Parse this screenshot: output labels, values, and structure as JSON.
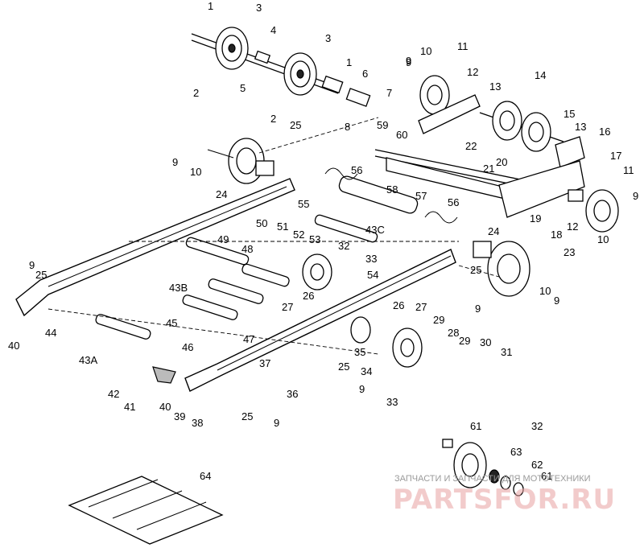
{
  "diagram": {
    "callouts": [
      "1",
      "3",
      "4",
      "2",
      "5",
      "3",
      "1",
      "2",
      "6",
      "7",
      "8",
      "9",
      "10",
      "11",
      "12",
      "9",
      "25",
      "13",
      "14",
      "15",
      "13",
      "16",
      "59",
      "60",
      "22",
      "9",
      "10",
      "24",
      "56",
      "58",
      "55",
      "20",
      "21",
      "17",
      "11",
      "9",
      "57",
      "56",
      "19",
      "12",
      "18",
      "10",
      "23",
      "50",
      "51",
      "52",
      "53",
      "32",
      "43C",
      "33",
      "54",
      "24",
      "49",
      "48",
      "9",
      "25",
      "43B",
      "26",
      "27",
      "26",
      "27",
      "25",
      "29",
      "9",
      "45",
      "10",
      "9",
      "40",
      "44",
      "43A",
      "28",
      "29",
      "30",
      "31",
      "46",
      "35",
      "25",
      "34",
      "47",
      "9",
      "33",
      "42",
      "41",
      "37",
      "36",
      "40",
      "39",
      "38",
      "25",
      "9",
      "61",
      "32",
      "63",
      "62",
      "61",
      "64"
    ]
  },
  "watermark": {
    "caption": "ЗАПЧАСТИ И ЗАПЧАСТИ ДЛЯ МОТОТЕХНИКИ",
    "logo": "PARTSFOR.RU"
  }
}
